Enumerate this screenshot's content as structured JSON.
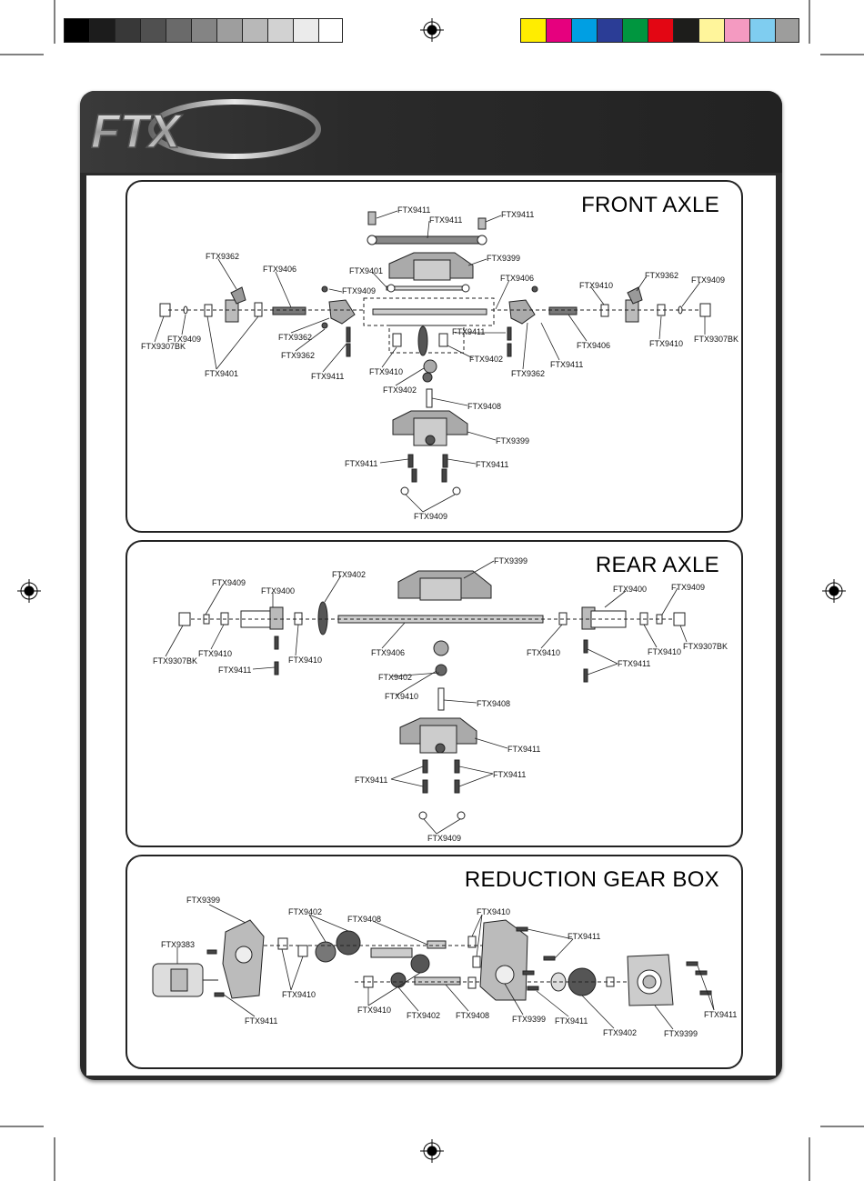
{
  "brand": {
    "logo_text": "FTX"
  },
  "color_bar": {
    "left": [
      "#000000",
      "#1c1c1c",
      "#383838",
      "#505050",
      "#6a6a6a",
      "#848484",
      "#9e9e9e",
      "#b8b8b8",
      "#d2d2d2",
      "#ebebeb",
      "#ffffff"
    ],
    "right": [
      "#ffed00",
      "#e6007e",
      "#009fe3",
      "#2b3d96",
      "#00963f",
      "#e30613",
      "#1d1d1b",
      "#fff59b",
      "#f49ac1",
      "#7fcdf0",
      "#9d9d9c"
    ]
  },
  "sections": [
    {
      "title": "FRONT AXLE"
    },
    {
      "title": "REAR AXLE"
    },
    {
      "title": "REDUCTION GEAR BOX"
    }
  ],
  "front_labels": [
    {
      "text": "FTX9411"
    },
    {
      "text": "FTX9411"
    },
    {
      "text": "FTX9411"
    },
    {
      "text": "FTX9399"
    },
    {
      "text": "FTX9362"
    },
    {
      "text": "FTX9406"
    },
    {
      "text": "FTX9401"
    },
    {
      "text": "FTX9409"
    },
    {
      "text": "FTX9406"
    },
    {
      "text": "FTX9410"
    },
    {
      "text": "FTX9362"
    },
    {
      "text": "FTX9409"
    },
    {
      "text": "FTX9409"
    },
    {
      "text": "FTX9307BK"
    },
    {
      "text": "FTX9362"
    },
    {
      "text": "FTX9362"
    },
    {
      "text": "FTX9401"
    },
    {
      "text": "FTX9411"
    },
    {
      "text": "FTX9411"
    },
    {
      "text": "FTX9402"
    },
    {
      "text": "FTX9410"
    },
    {
      "text": "FTX9362"
    },
    {
      "text": "FTX9411"
    },
    {
      "text": "FTX9406"
    },
    {
      "text": "FTX9410"
    },
    {
      "text": "FTX9307BK"
    },
    {
      "text": "FTX9402"
    },
    {
      "text": "FTX9408"
    },
    {
      "text": "FTX9399"
    },
    {
      "text": "FTX9411"
    },
    {
      "text": "FTX9411"
    },
    {
      "text": "FTX9409"
    }
  ],
  "rear_labels": [
    {
      "text": "FTX9399"
    },
    {
      "text": "FTX9402"
    },
    {
      "text": "FTX9409"
    },
    {
      "text": "FTX9400"
    },
    {
      "text": "FTX9400"
    },
    {
      "text": "FTX9409"
    },
    {
      "text": "FTX9307BK"
    },
    {
      "text": "FTX9410"
    },
    {
      "text": "FTX9411"
    },
    {
      "text": "FTX9410"
    },
    {
      "text": "FTX9406"
    },
    {
      "text": "FTX9410"
    },
    {
      "text": "FTX9410"
    },
    {
      "text": "FTX9307BK"
    },
    {
      "text": "FTX9411"
    },
    {
      "text": "FTX9402"
    },
    {
      "text": "FTX9410"
    },
    {
      "text": "FTX9408"
    },
    {
      "text": "FTX9411"
    },
    {
      "text": "FTX9411"
    },
    {
      "text": "FTX9411"
    },
    {
      "text": "FTX9409"
    }
  ],
  "gear_labels": [
    {
      "text": "FTX9399"
    },
    {
      "text": "FTX9402"
    },
    {
      "text": "FTX9408"
    },
    {
      "text": "FTX9410"
    },
    {
      "text": "FTX9411"
    },
    {
      "text": "FTX9383"
    },
    {
      "text": "FTX9410"
    },
    {
      "text": "FTX9411"
    },
    {
      "text": "FTX9410"
    },
    {
      "text": "FTX9402"
    },
    {
      "text": "FTX9408"
    },
    {
      "text": "FTX9399"
    },
    {
      "text": "FTX9411"
    },
    {
      "text": "FTX9402"
    },
    {
      "text": "FTX9399"
    },
    {
      "text": "FTX9411"
    }
  ]
}
